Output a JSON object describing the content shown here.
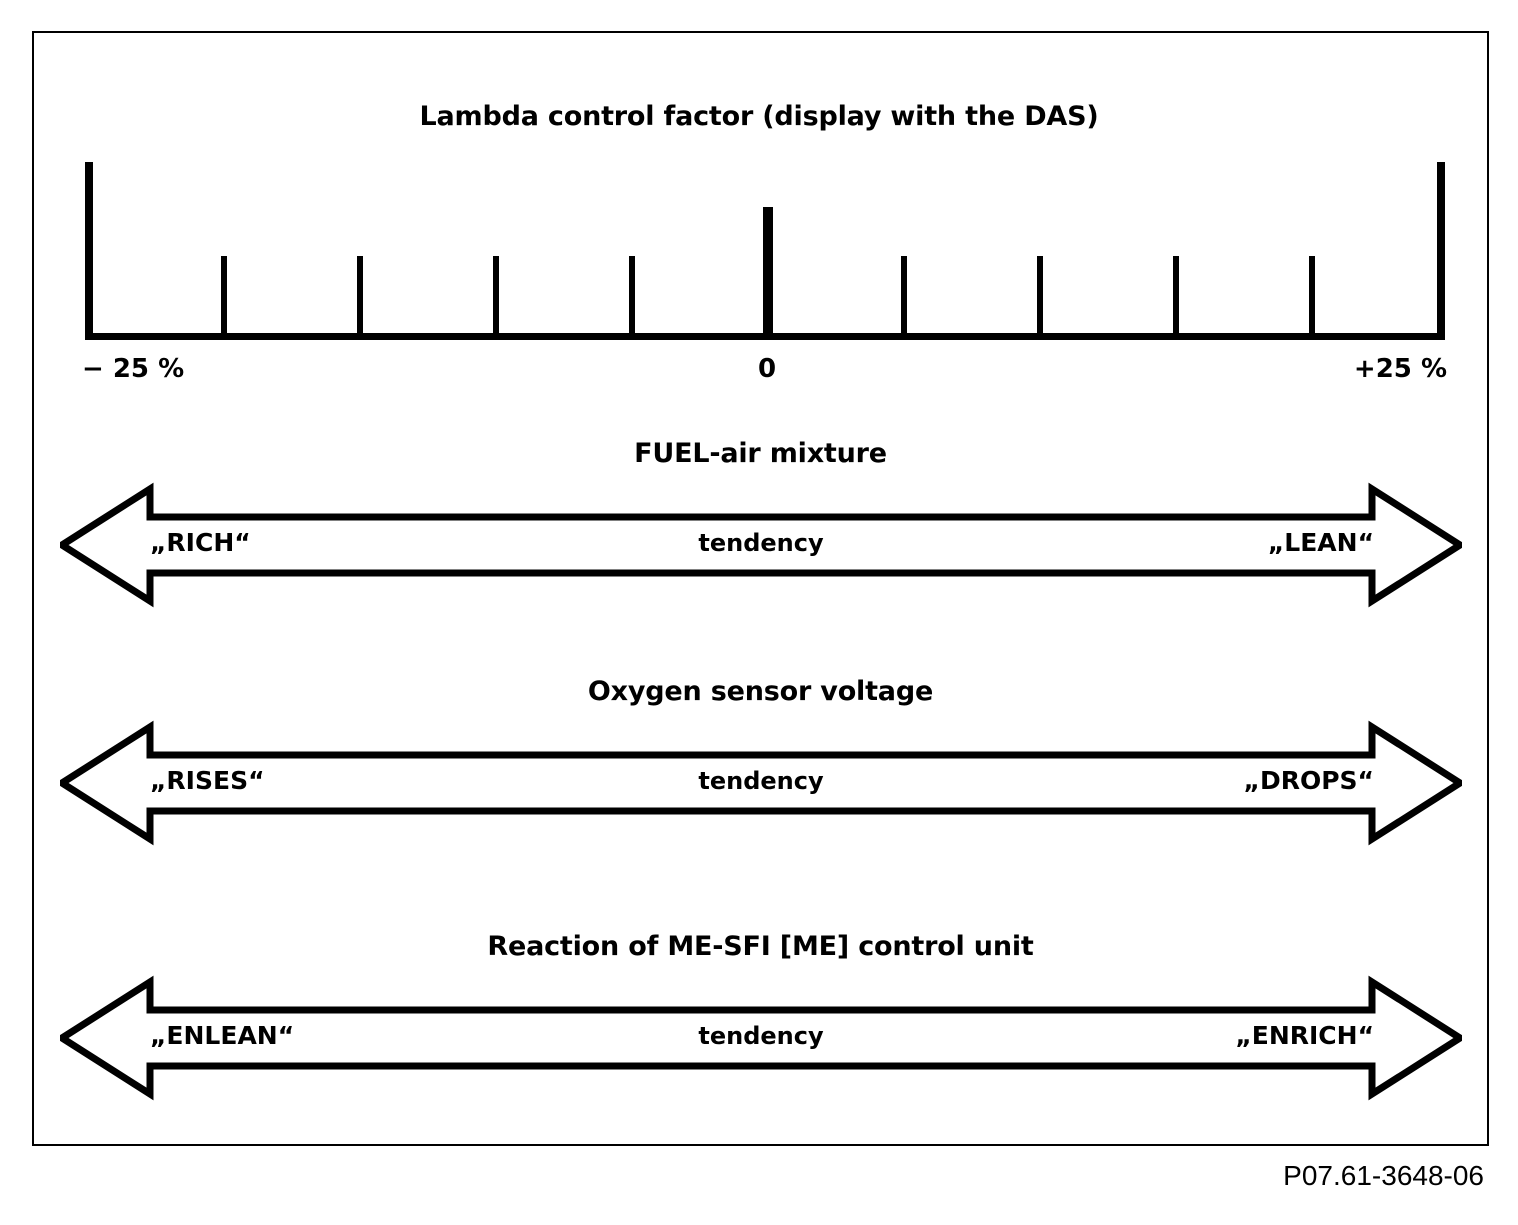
{
  "figure": {
    "id_label": "P07.61-3648-06"
  },
  "scale": {
    "title": "Lambda control factor (display with the DAS)",
    "labels": {
      "left": "− 25 %",
      "center": "0",
      "right": "+25 %"
    },
    "ticks": [
      {
        "position": 0,
        "type": "major"
      },
      {
        "position": 1,
        "type": "minor"
      },
      {
        "position": 2,
        "type": "minor"
      },
      {
        "position": 3,
        "type": "minor"
      },
      {
        "position": 4,
        "type": "minor"
      },
      {
        "position": 5,
        "type": "center"
      },
      {
        "position": 6,
        "type": "minor"
      },
      {
        "position": 7,
        "type": "minor"
      },
      {
        "position": 8,
        "type": "minor"
      },
      {
        "position": 9,
        "type": "minor"
      },
      {
        "position": 10,
        "type": "major"
      }
    ]
  },
  "rows": [
    {
      "title": "FUEL-air mixture",
      "left_label": "„RICH“",
      "center_label": "tendency",
      "right_label": "„LEAN“"
    },
    {
      "title": "Oxygen sensor voltage",
      "left_label": "„RISES“",
      "center_label": "tendency",
      "right_label": "„DROPS“"
    },
    {
      "title": "Reaction of ME-SFI [ME] control unit",
      "left_label": "„ENLEAN“",
      "center_label": "tendency",
      "right_label": "„ENRICH“"
    }
  ],
  "chart_data": {
    "type": "bar",
    "title": "Lambda control factor (display with the DAS)",
    "xlabel": "",
    "ylabel": "",
    "xlim": [
      -25,
      25
    ],
    "grid": false,
    "legend": null,
    "categories": [
      "-25",
      "-20",
      "-15",
      "-10",
      "-5",
      "0",
      "5",
      "10",
      "15",
      "20",
      "25"
    ],
    "values": [
      178,
      84,
      84,
      84,
      84,
      133,
      84,
      84,
      84,
      84,
      178
    ],
    "tick_labels": [
      "− 25 %",
      "",
      "",
      "",
      "",
      "0",
      "",
      "",
      "",
      "",
      "+25 %"
    ],
    "annotations": [
      "FUEL-air mixture: „RICH“ ← tendency → „LEAN“",
      "Oxygen sensor voltage: „RISES“ ← tendency → „DROPS“",
      "Reaction of ME-SFI [ME] control unit: „ENLEAN“ ← tendency → „ENRICH“"
    ]
  }
}
